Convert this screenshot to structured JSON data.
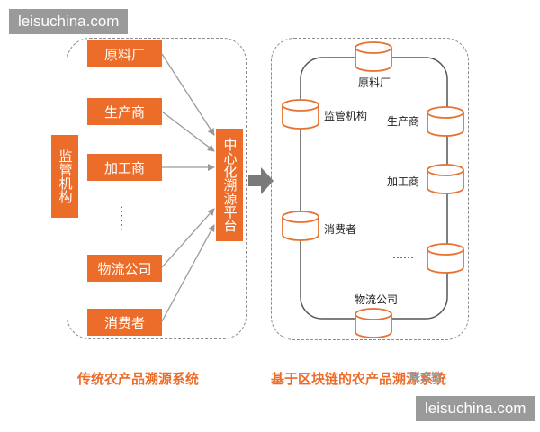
{
  "watermark": {
    "top": "leisuchina.com",
    "bottom": "leisuchina.com"
  },
  "left": {
    "regulator": "监管机构",
    "platform": "中心化溯源平台",
    "participants": [
      "原料厂",
      "生产商",
      "加工商",
      "物流公司",
      "消费者"
    ],
    "ellipsis": "……",
    "caption": "传统农产品溯源系统"
  },
  "right": {
    "nodes": [
      "原料厂",
      "生产商",
      "加工商",
      "……",
      "物流公司",
      "消费者",
      "监管机构"
    ],
    "caption": "基于区块链的农产品溯源系统",
    "caption_overlay": "联合链"
  },
  "colors": {
    "accent": "#ec6c2a",
    "cylinder_stroke": "#e8712f",
    "gray": "#9a9a9a"
  }
}
